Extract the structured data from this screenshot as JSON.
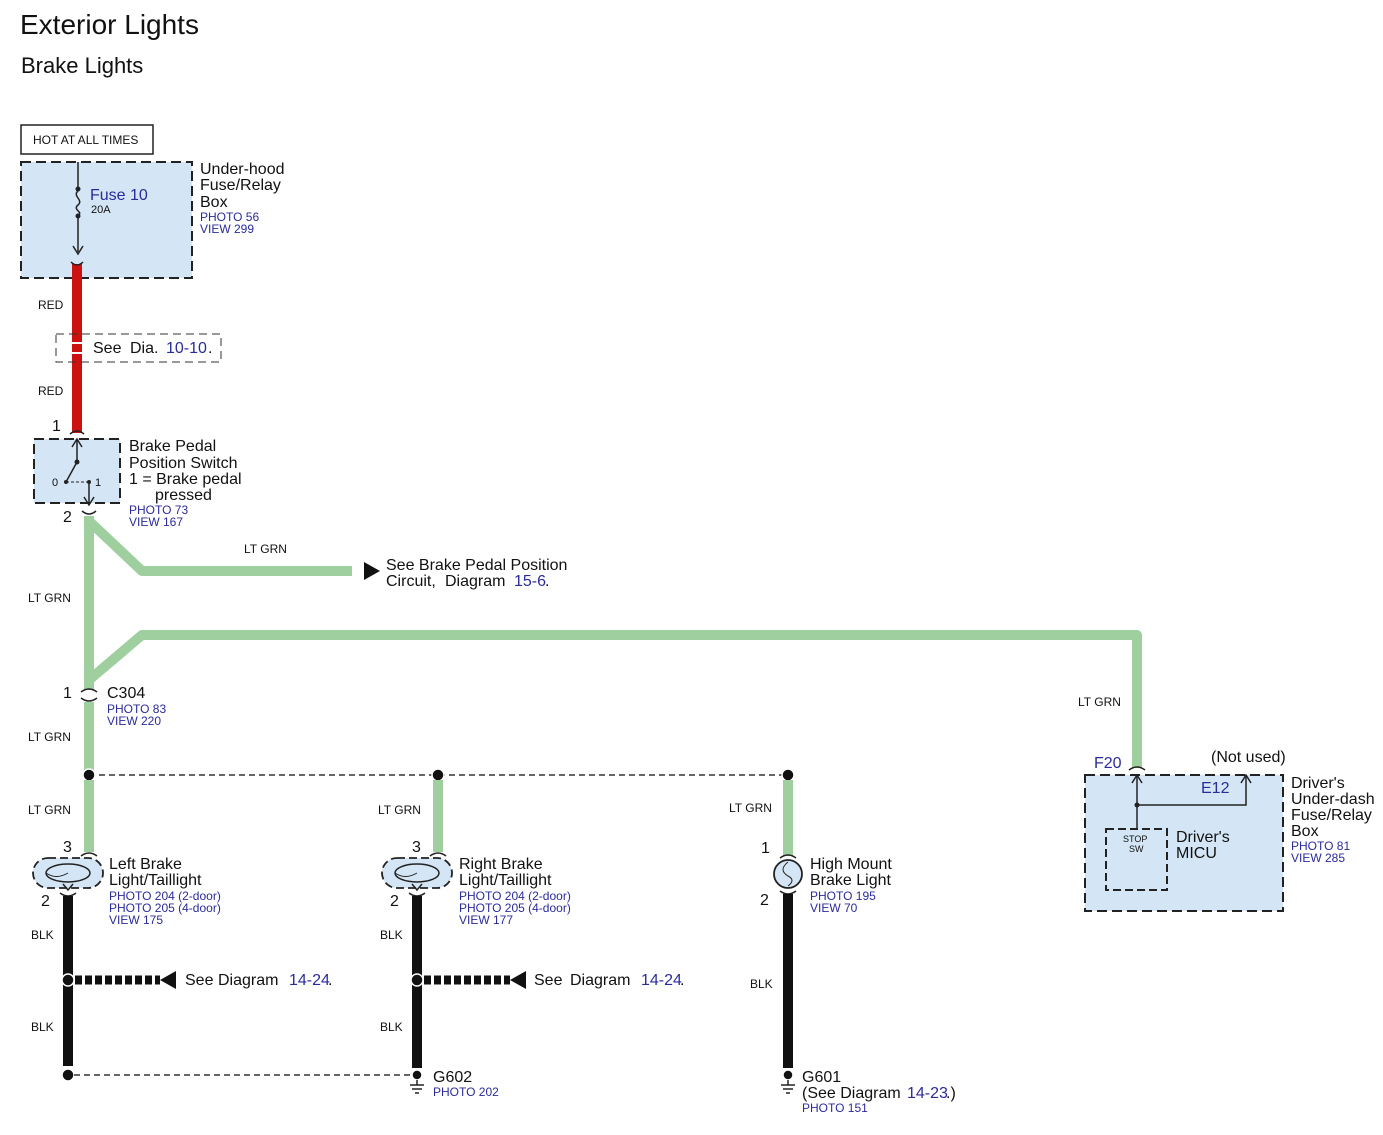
{
  "title": "Exterior Lights",
  "subtitle": "Brake Lights",
  "colors": {
    "box_fill": "#d4e6f5",
    "wire_red": "#cc1111",
    "wire_ltgrn": "#9fcf9f",
    "wire_blk": "#111111",
    "ref_blue": "#2b2b9a"
  },
  "hot_label": "HOT AT ALL TIMES",
  "fuse_box": {
    "name": [
      "Under-hood",
      "Fuse/Relay",
      "Box"
    ],
    "photo": "PHOTO 56",
    "view": "VIEW 299",
    "fuse_name": "Fuse 10",
    "fuse_rating": "20A"
  },
  "wires": {
    "red": "RED",
    "ltgrn": "LT GRN",
    "blk": "BLK"
  },
  "see_dia_1010": {
    "prefix": "See",
    "dia": "Dia.",
    "ref": "10-10",
    "suffix": "."
  },
  "brake_switch": {
    "pin_top": "1",
    "pin_bottom": "2",
    "name": [
      "Brake Pedal",
      "Position Switch",
      "1 = Brake pedal",
      "pressed"
    ],
    "photo": "PHOTO 73",
    "view": "VIEW 167",
    "pos0": "0",
    "pos1": "1"
  },
  "see_brake_circuit": {
    "line1": "See Brake Pedal Position",
    "line2a": "Circuit,",
    "line2b": "Diagram",
    "ref": "15-6",
    "suffix": "."
  },
  "c304": {
    "pin": "1",
    "name": "C304",
    "photo": "PHOTO 83",
    "view": "VIEW 220"
  },
  "driver_box": {
    "not_used": "(Not used)",
    "pin_f20": "F20",
    "pin_e12": "E12",
    "stop_sw": [
      "STOP",
      "SW"
    ],
    "micu": [
      "Driver's",
      "MICU"
    ],
    "name": [
      "Driver's",
      "Under-dash",
      "Fuse/Relay",
      "Box"
    ],
    "photo": "PHOTO 81",
    "view": "VIEW 285"
  },
  "left_light": {
    "pin_top": "3",
    "pin_bottom": "2",
    "name": [
      "Left Brake",
      "Light/Taillight"
    ],
    "photo1": "PHOTO 204 (2-door)",
    "photo2": "PHOTO 205 (4-door)",
    "view": "VIEW 175"
  },
  "right_light": {
    "pin_top": "3",
    "pin_bottom": "2",
    "name": [
      "Right Brake",
      "Light/Taillight"
    ],
    "photo1": "PHOTO 204 (2-door)",
    "photo2": "PHOTO 205 (4-door)",
    "view": "VIEW 177"
  },
  "high_mount": {
    "pin_top": "1",
    "pin_bottom": "2",
    "name": [
      "High Mount",
      "Brake Light"
    ],
    "photo": "PHOTO 195",
    "view": "VIEW 70"
  },
  "see_1424": {
    "prefix": "See",
    "dia": "Diagram",
    "ref": "14-24",
    "suffix": "."
  },
  "g602": {
    "name": "G602",
    "photo": "PHOTO 202"
  },
  "g601": {
    "name": "G601",
    "see_prefix": "(See Diagram",
    "ref": "14-23",
    "suffix": ".)",
    "photo": "PHOTO 151"
  }
}
